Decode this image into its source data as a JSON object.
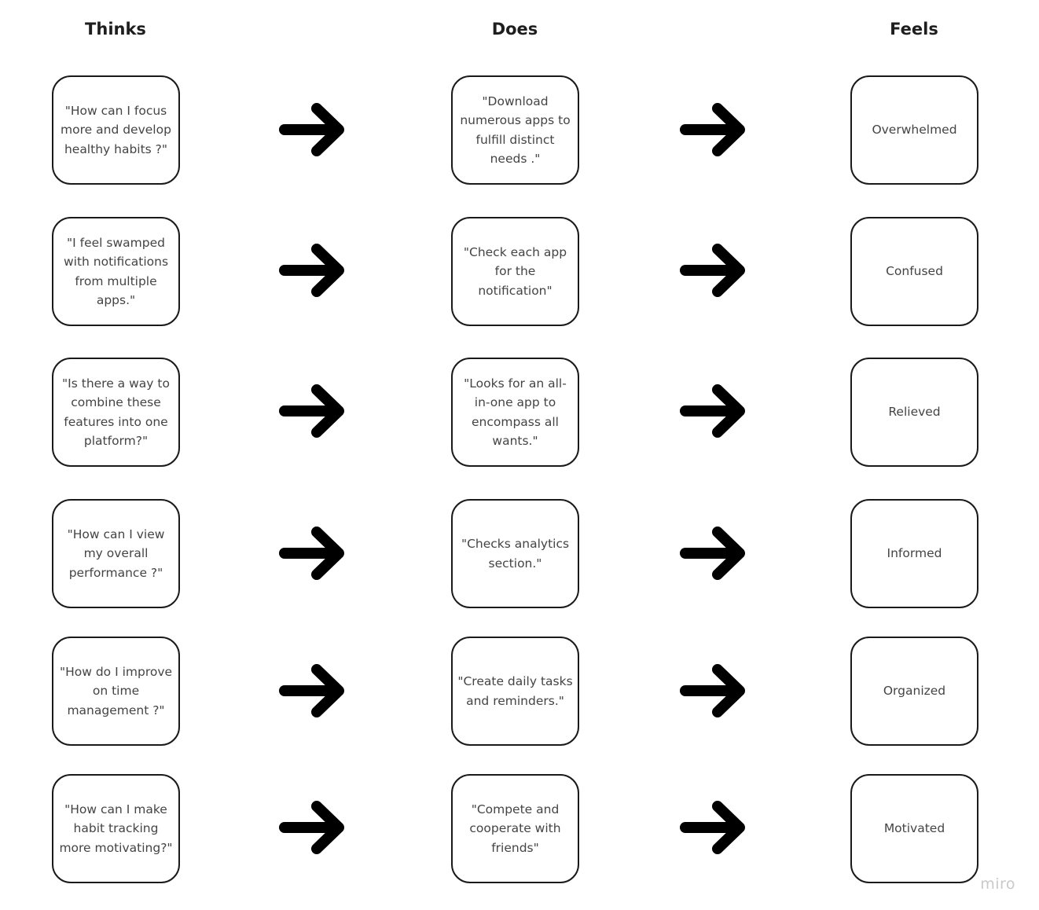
{
  "headers": {
    "thinks": "Thinks",
    "does": "Does",
    "feels": "Feels"
  },
  "rows": [
    {
      "thinks": "\"How can I focus more and develop healthy habits ?\"",
      "does": "\"Download numerous apps to fulfill distinct needs .\"",
      "feels": "Overwhelmed"
    },
    {
      "thinks": "\"I feel swamped with notifications from multiple apps.\"",
      "does": "\"Check each app for the notification\"",
      "feels": "Confused"
    },
    {
      "thinks": "\"Is there a way to combine these features into one platform?\"",
      "does": "\"Looks for an all-in-one app to encompass all wants.\"",
      "feels": "Relieved"
    },
    {
      "thinks": "\"How can I view my overall performance ?\"",
      "does": "\"Checks analytics section.\"",
      "feels": "Informed"
    },
    {
      "thinks": "\"How do I improve on time management ?\"",
      "does": "\"Create daily tasks and reminders.\"",
      "feels": "Organized"
    },
    {
      "thinks": "\"How can I make habit tracking more motivating?\"",
      "does": "\"Compete and cooperate with friends\"",
      "feels": "Motivated"
    }
  ],
  "watermark": "miro",
  "colors": {
    "border": "#1a1a1a",
    "text": "#444444",
    "arrow": "#000000",
    "watermark": "#c9c9c9"
  },
  "icons": {
    "connector": "right-arrow-icon"
  }
}
